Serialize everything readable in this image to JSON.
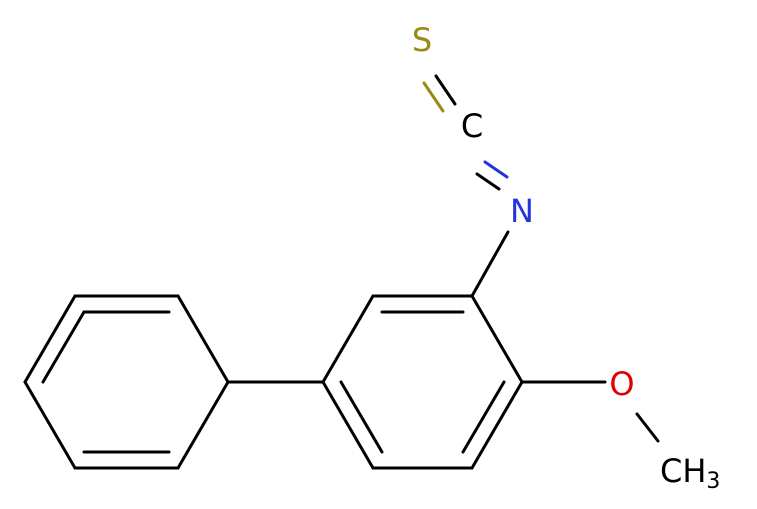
{
  "colors": {
    "bond": "#000000",
    "sulfur": "#9a8a14",
    "nitrogen": "#2233e0",
    "oxygen": "#e00000",
    "carbon": "#000000",
    "background": "#ffffff"
  },
  "atoms": {
    "sulfur": "S",
    "carbon_isothiocyanate": "C",
    "nitrogen": "N",
    "oxygen": "O",
    "methyl_main": "CH",
    "methyl_subscript": "3"
  }
}
